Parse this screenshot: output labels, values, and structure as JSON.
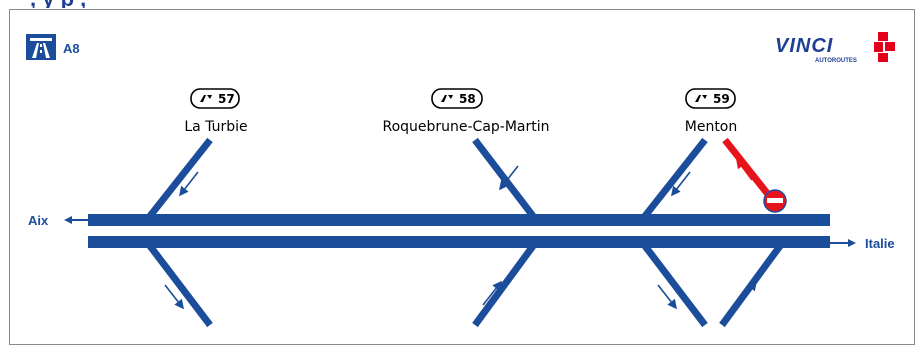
{
  "header_title_fragment": ", y                                    p     ,",
  "motorway": {
    "label": "A8",
    "icon": "motorway-icon"
  },
  "logo": {
    "brand": "VINCI",
    "sub": "AUTOROUTES"
  },
  "directions": {
    "left": "Aix",
    "right": "Italie"
  },
  "exits": [
    {
      "number": "57",
      "name": "La Turbie"
    },
    {
      "number": "58",
      "name": "Roquebrune-Cap-Martin"
    },
    {
      "number": "59",
      "name": "Menton"
    }
  ],
  "closure": {
    "exit": "59",
    "icon": "no-entry-icon",
    "status": "closed"
  },
  "colors": {
    "road": "#1b4d9b",
    "closed_ramp": "#e8141c",
    "vinci_blue": "#1f3f93",
    "vinci_red": "#e2001a"
  }
}
